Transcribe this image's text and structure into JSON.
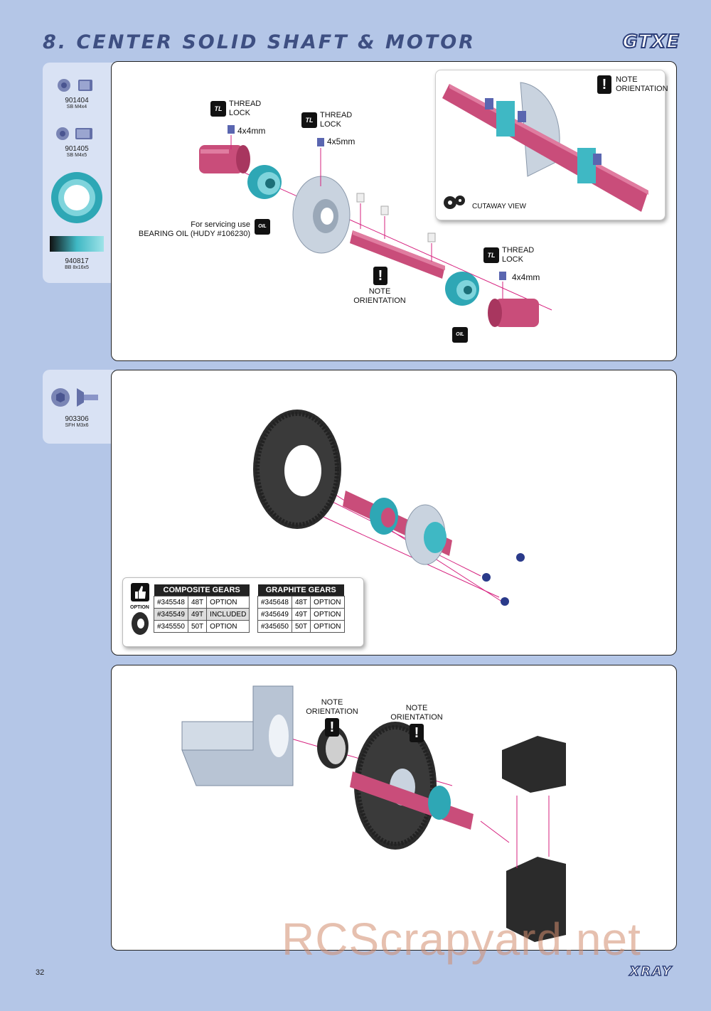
{
  "header": {
    "title": "8. CENTER SOLID SHAFT & MOTOR",
    "logo": "GTXE"
  },
  "parts_step1": [
    {
      "number": "901404",
      "desc": "SB M4x4"
    },
    {
      "number": "901405",
      "desc": "SB M4x5"
    },
    {
      "number": "940817",
      "desc": "BB 8x16x5"
    }
  ],
  "parts_step2": [
    {
      "number": "903306",
      "desc": "SFH M3x6"
    }
  ],
  "step1": {
    "thread_lock_1": "THREAD\nLOCK",
    "screw_1": "4x4mm",
    "thread_lock_2": "THREAD\nLOCK",
    "screw_2": "4x5mm",
    "thread_lock_3": "THREAD\nLOCK",
    "screw_3": "4x4mm",
    "oil_note": "For servicing use\nBEARING OIL (HUDY #106230)",
    "note_orientation": "NOTE\nORIENTATION",
    "cutaway_note": "NOTE\nORIENTATION",
    "cutaway_label": "CUTAWAY VIEW",
    "tl_icon": "TL",
    "oil_icon": "OIL"
  },
  "step2": {
    "option_label": "OPTION",
    "composite": {
      "header": "COMPOSITE GEARS",
      "rows": [
        [
          "#345548",
          "48T",
          "OPTION"
        ],
        [
          "#345549",
          "49T",
          "INCLUDED"
        ],
        [
          "#345550",
          "50T",
          "OPTION"
        ]
      ]
    },
    "graphite": {
      "header": "GRAPHITE GEARS",
      "rows": [
        [
          "#345648",
          "48T",
          "OPTION"
        ],
        [
          "#345649",
          "49T",
          "OPTION"
        ],
        [
          "#345650",
          "50T",
          "OPTION"
        ]
      ]
    }
  },
  "step3": {
    "note_1": "NOTE\nORIENTATION",
    "note_2": "NOTE\nORIENTATION"
  },
  "footer": {
    "page": "32",
    "brand": "XRAY",
    "watermark": "RCScrapyard.net"
  },
  "colors": {
    "background": "#b4c6e7",
    "shaft": "#c94d7a",
    "bearing": "#3fb8c4",
    "alloy": "#b8c4d4",
    "dark": "#2b2b2b",
    "arrow": "#d6207e"
  }
}
